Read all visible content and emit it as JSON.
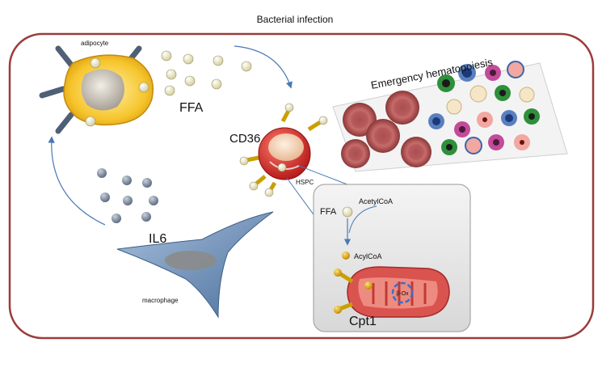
{
  "title": "Bacterial infection",
  "labels": {
    "adipocyte": "adipocyte",
    "ffa_main": "FFA",
    "cd36": "CD36",
    "hspc": "HSPC",
    "emergency": "Emergency hematopoiesis",
    "il6": "IL6",
    "macrophage": "macrophage",
    "ffa_inset": "FFA",
    "acetylcoa": "AcetylCoA",
    "acylcoa": "AcylCoA",
    "box": "β-Ox",
    "cpt1": "Cpt1"
  },
  "colors": {
    "frame": "#9c3b3b",
    "adipocyte": "#f2b51c",
    "ffa": "#f5efc9",
    "hspc": "#d92828",
    "il6_bead": "#7f8da2",
    "macrophage": "#6f8fb4",
    "mitochondrion": "#d9534f",
    "arrow": "#4a78b5"
  },
  "icons": {
    "receptor_adipocyte": "receptor-stub-icon",
    "mitochondrion": "mitochondrion-icon",
    "blood_cells": "blood-cell-icon"
  }
}
